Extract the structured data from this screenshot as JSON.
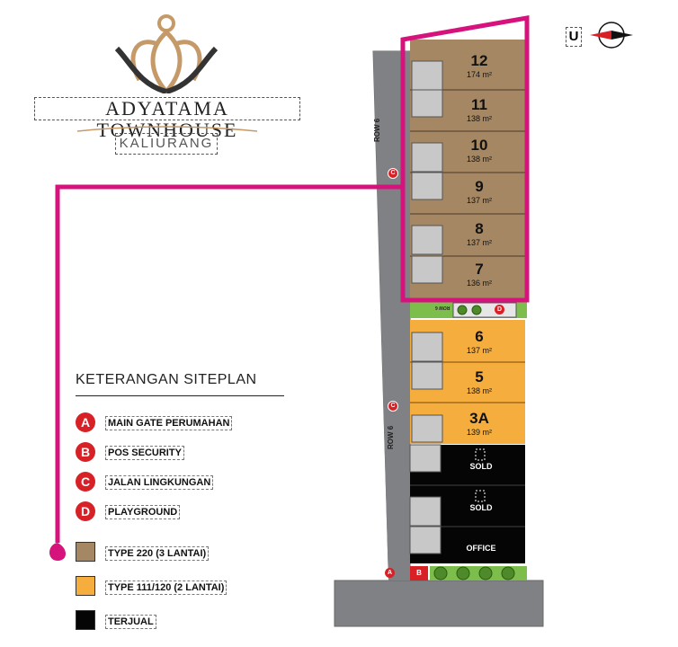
{
  "brand": {
    "title": "ADYATAMA TOWNHOUSE",
    "subtitle": "KALIURANG",
    "logo_icon": "lotus-logo-icon"
  },
  "compass": {
    "label": "U",
    "icon": "compass-icon"
  },
  "road_labels": {
    "upper": "ROW 6",
    "lower": "ROW 6",
    "small": "ROW 6"
  },
  "units_brown": [
    {
      "number": "12",
      "area": "174 m²"
    },
    {
      "number": "11",
      "area": "138 m²"
    },
    {
      "number": "10",
      "area": "138 m²"
    },
    {
      "number": "9",
      "area": "137 m²"
    },
    {
      "number": "8",
      "area": "137 m²"
    },
    {
      "number": "7",
      "area": "136 m²"
    }
  ],
  "units_orange": [
    {
      "number": "6",
      "area": "137 m²"
    },
    {
      "number": "5",
      "area": "138 m²"
    },
    {
      "number": "3A",
      "area": "139 m²"
    }
  ],
  "units_black": [
    {
      "label": "SOLD"
    },
    {
      "label": "SOLD"
    },
    {
      "label": "OFFICE"
    }
  ],
  "map_markers": {
    "a": "A",
    "b": "B",
    "c_upper": "C",
    "c_lower": "C",
    "d": "D"
  },
  "legend": {
    "title": "KETERANGAN SITEPLAN",
    "letters": [
      {
        "letter": "A",
        "label": "MAIN GATE PERUMAHAN"
      },
      {
        "letter": "B",
        "label": "POS SECURITY"
      },
      {
        "letter": "C",
        "label": "JALAN LINGKUNGAN"
      },
      {
        "letter": "D",
        "label": "PLAYGROUND"
      }
    ],
    "types": [
      {
        "label": "TYPE 220 (3 LANTAI)",
        "color": "#a58763"
      },
      {
        "label": "TYPE 111/120 (2 LANTAI)",
        "color": "#f5ad3d"
      },
      {
        "label": "TERJUAL",
        "color": "#050505"
      }
    ]
  },
  "colors": {
    "brown": "#a58763",
    "orange": "#f5ad3d",
    "black": "#050505",
    "road": "#808184",
    "highlight": "#d6137c",
    "marker_red": "#d82027",
    "green": "#7cbd4c"
  }
}
